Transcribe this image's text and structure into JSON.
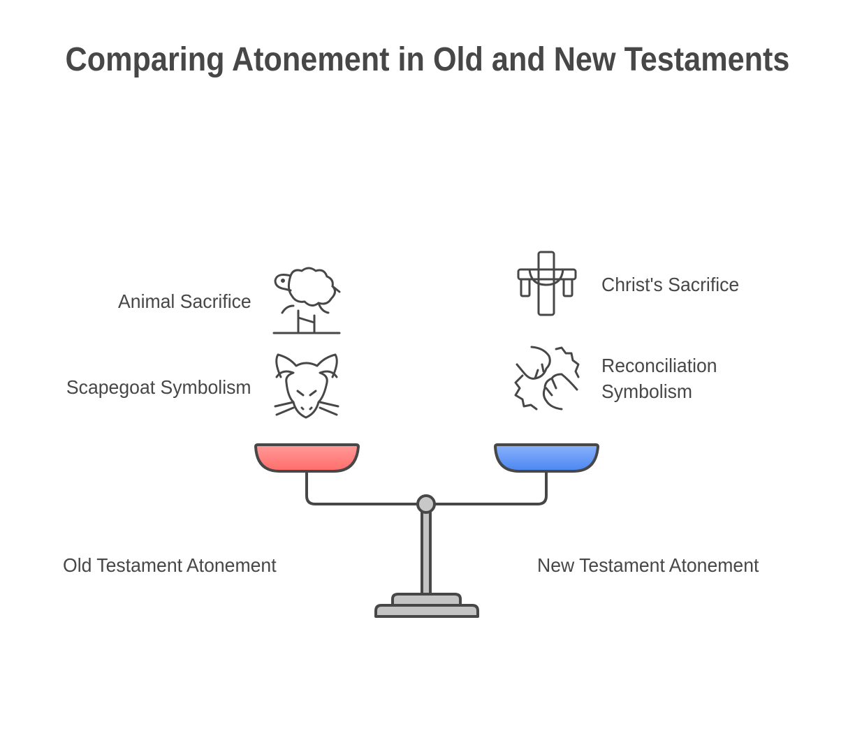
{
  "title": "Comparing Atonement in Old and New Testaments",
  "left": {
    "label": "Old Testament Atonement",
    "color": "#ff7a78",
    "items": [
      {
        "label": "Animal Sacrifice",
        "icon": "sheep-icon"
      },
      {
        "label": "Scapegoat Symbolism",
        "icon": "goat-icon"
      }
    ]
  },
  "right": {
    "label": "New Testament Atonement",
    "color": "#5b93f5",
    "items": [
      {
        "label": "Christ's Sacrifice",
        "icon": "cross-icon"
      },
      {
        "label_line1": "Reconciliation",
        "label_line2": "Symbolism",
        "icon": "handshake-icon"
      }
    ]
  }
}
